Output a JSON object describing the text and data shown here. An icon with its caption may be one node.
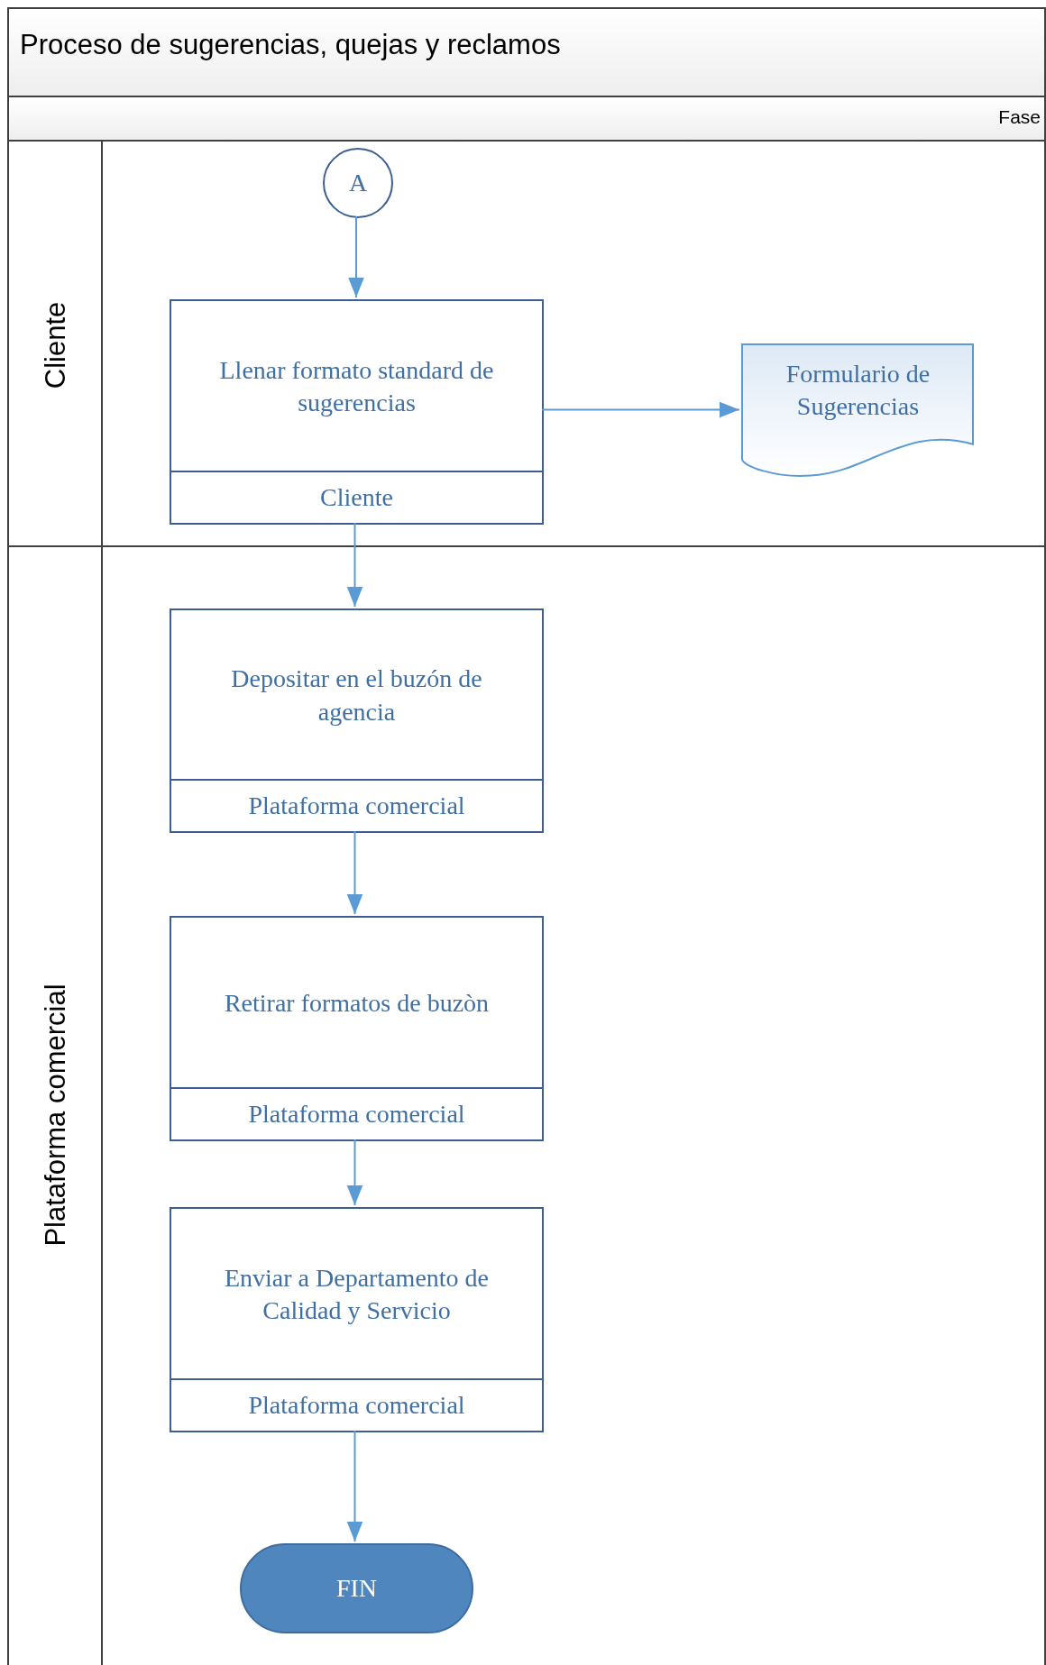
{
  "diagram": {
    "title": "Proceso de sugerencias, quejas y reclamos",
    "nodes": [
      {
        "text": [
          "Cliente"
        ]
      },
      {
        "text": [
          "A"
        ],
        "in": 0
      },
      {
        "text": [
          "Llenar formato standard de sugerencias",
          "Cliente"
        ],
        "in": 0
      },
      {
        "text": [
          "Formulario de Sugerencias"
        ],
        "in": 0
      },
      {
        "text": [
          "Plataforma comercial"
        ]
      },
      {
        "text": [
          "Depositar en el buzón de agencia",
          "Plataforma comercial"
        ],
        "in": 4
      },
      {
        "text": [
          "Retirar formatos de buzòn",
          "Plataforma comercial"
        ],
        "in": 4
      },
      {
        "text": [
          "Enviar a Departamento de Calidad y Servicio",
          "Plataforma comercial"
        ],
        "in": 4
      },
      {
        "text": [
          "FIN"
        ],
        "in": 4
      }
    ],
    "edges": [
      {
        "from": 1,
        "to": 2,
        "arrow": "to"
      },
      {
        "from": 2,
        "to": 3,
        "arrow": "to"
      },
      {
        "from": 2,
        "to": 5,
        "arrow": "to"
      },
      {
        "from": 5,
        "to": 6,
        "arrow": "to"
      },
      {
        "from": 6,
        "to": 7,
        "arrow": "to"
      },
      {
        "from": 7,
        "to": 8,
        "arrow": "to"
      }
    ],
    "labels": [
      "Fase"
    ]
  }
}
